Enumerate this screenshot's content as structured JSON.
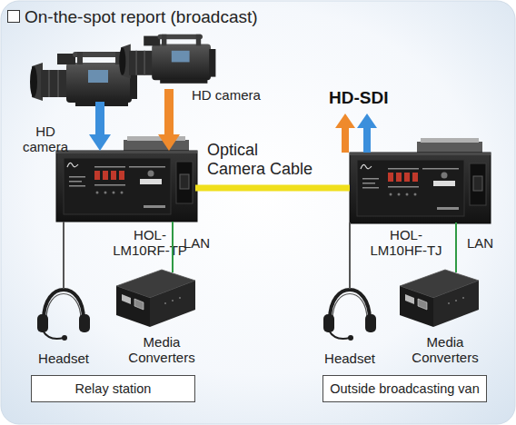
{
  "diagram": {
    "title": "On-the-spot report (broadcast)",
    "nodes": [
      {
        "text": [
          "HD camera"
        ]
      },
      {
        "text": [
          "HD camera"
        ]
      },
      {
        "text": [
          "HOL-LM10RF-TP"
        ]
      },
      {
        "text": [
          "HOL-LM10HF-TJ"
        ]
      },
      {
        "text": [
          "Headset"
        ]
      },
      {
        "text": [
          "Media Converters"
        ]
      },
      {
        "text": [
          "Headset"
        ]
      },
      {
        "text": [
          "Media Converters"
        ]
      },
      {
        "text": [
          "Relay station"
        ]
      },
      {
        "text": [
          "Outside broadcasting van"
        ]
      }
    ],
    "edges": [
      {
        "from": 0,
        "to": 2,
        "arrow": "to"
      },
      {
        "from": 1,
        "to": 2,
        "arrow": "to"
      },
      {
        "from": 2,
        "to": 3,
        "label": "Optical Camera Cable",
        "arrow": "none"
      },
      {
        "from": 2,
        "to": 4,
        "arrow": "none"
      },
      {
        "from": 2,
        "to": 5,
        "label": "LAN",
        "arrow": "none"
      },
      {
        "from": 3,
        "to": 6,
        "arrow": "none"
      },
      {
        "from": 3,
        "to": 7,
        "label": "LAN",
        "arrow": "none"
      }
    ],
    "labels": [
      "HD-SDI"
    ]
  }
}
